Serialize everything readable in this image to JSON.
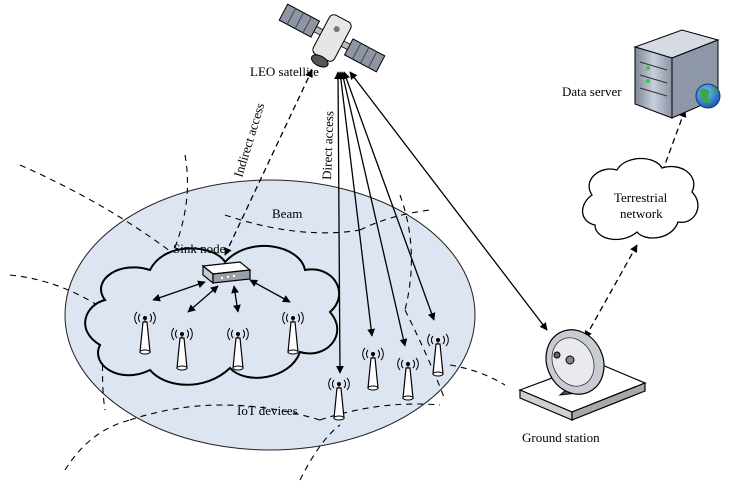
{
  "labels": {
    "leo_satellite": "LEO satellite",
    "data_server": "Data server",
    "indirect_access": "Indirect access",
    "direct_access": "Direct access",
    "beam": "Beam",
    "sink_node": "Sink node",
    "terrestrial_line1": "Terrestrial",
    "terrestrial_line2": "network",
    "iot_devices": "IoT devices",
    "ground_station": "Ground station"
  },
  "colors": {
    "beam_fill": "#dde4f2",
    "beam_stroke": "#222222",
    "line": "#000000",
    "server_body": "#a8b0c0",
    "globe": "#2e7bd6"
  }
}
